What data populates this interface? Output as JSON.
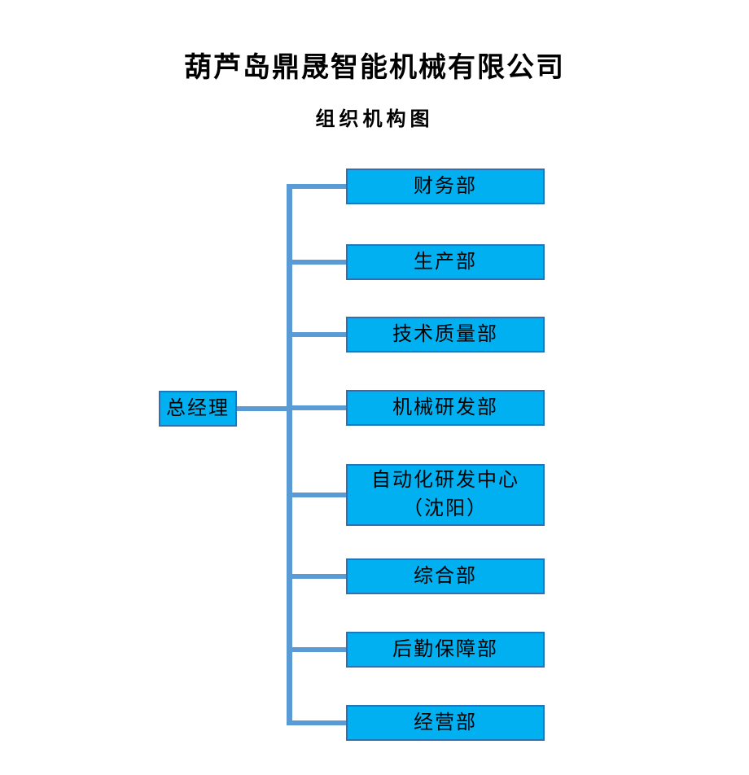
{
  "header": {
    "title": "葫芦岛鼎晟智能机械有限公司",
    "subtitle": "组织机构图"
  },
  "org": {
    "root": {
      "label": "总经理"
    },
    "departments": [
      {
        "label": "财务部"
      },
      {
        "label": "生产部"
      },
      {
        "label": "技术质量部"
      },
      {
        "label": "机械研发部"
      },
      {
        "label": "自动化研发中心\n（沈阳）"
      },
      {
        "label": "综合部"
      },
      {
        "label": "后勤保障部"
      },
      {
        "label": "经营部"
      }
    ]
  },
  "colors": {
    "box_fill": "#00b0f0",
    "box_border": "#2673b8",
    "connector": "#5b9bd5",
    "text": "#000000",
    "background": "#ffffff"
  }
}
